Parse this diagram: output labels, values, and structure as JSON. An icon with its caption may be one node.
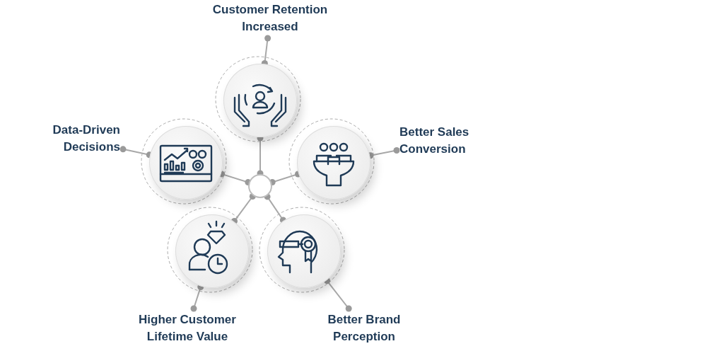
{
  "diagram": {
    "nodes": [
      {
        "text": [],
        "shape": "circle"
      },
      {
        "text": [],
        "shape": "circle"
      },
      {
        "text": [],
        "shape": "circle"
      },
      {
        "text": [],
        "shape": "circle"
      },
      {
        "text": [],
        "shape": "circle"
      },
      {
        "text": [],
        "shape": "circle"
      },
      {
        "text": [
          "Customer Retention Increased"
        ]
      },
      {
        "text": [
          "Data-Driven Decisions"
        ]
      },
      {
        "text": [
          "Better Sales Conversion"
        ]
      },
      {
        "text": [
          "Higher Customer Lifetime Value"
        ]
      },
      {
        "text": [
          "Better Brand Perception"
        ]
      }
    ],
    "edges": [
      {
        "from": 0,
        "to": 1,
        "arrow": "other"
      },
      {
        "from": 0,
        "to": 2,
        "arrow": "other"
      },
      {
        "from": 0,
        "to": 3,
        "arrow": "other"
      },
      {
        "from": 0,
        "to": 4,
        "arrow": "other"
      },
      {
        "from": 0,
        "to": 5,
        "arrow": "other"
      },
      {
        "from": 1,
        "to": 6,
        "arrow": "other"
      },
      {
        "from": 2,
        "to": 7,
        "arrow": "other"
      },
      {
        "from": 3,
        "to": 8,
        "arrow": "other"
      },
      {
        "from": 4,
        "to": 9,
        "arrow": "other"
      },
      {
        "from": 5,
        "to": 10,
        "arrow": "other"
      }
    ]
  }
}
